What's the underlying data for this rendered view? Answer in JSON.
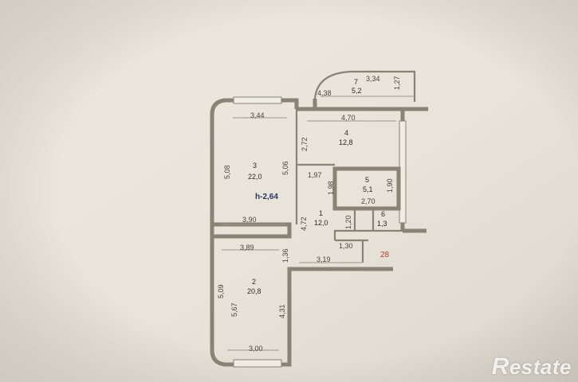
{
  "plan": {
    "ceiling_height": "h-2,64",
    "apartment_number": "28",
    "rooms": [
      {
        "number": "1",
        "area": "12,0"
      },
      {
        "number": "2",
        "area": "20,8"
      },
      {
        "number": "3",
        "area": "22,0"
      },
      {
        "number": "4",
        "area": "12,8"
      },
      {
        "number": "5",
        "area": "5,1"
      },
      {
        "number": "6",
        "area": "1,3"
      },
      {
        "number": "7",
        "area": "5,2"
      }
    ],
    "dimensions": [
      "4,38",
      "3,34",
      "1,27",
      "3,44",
      "4,70",
      "2,72",
      "5,08",
      "5,06",
      "1,97",
      "1,98",
      "1,90",
      "2,70",
      "3,90",
      "4,72",
      "1,20",
      "3,89",
      "1,36",
      "1,30",
      "3,19",
      "5,09",
      "5,67",
      "4,31",
      "3,00"
    ]
  },
  "colors": {
    "paper": "#e9e5dc",
    "wall": "#8a8274",
    "apartment_number": "#c0392b"
  },
  "watermark": {
    "text": "Restate",
    "icon": "r-logo-icon"
  }
}
